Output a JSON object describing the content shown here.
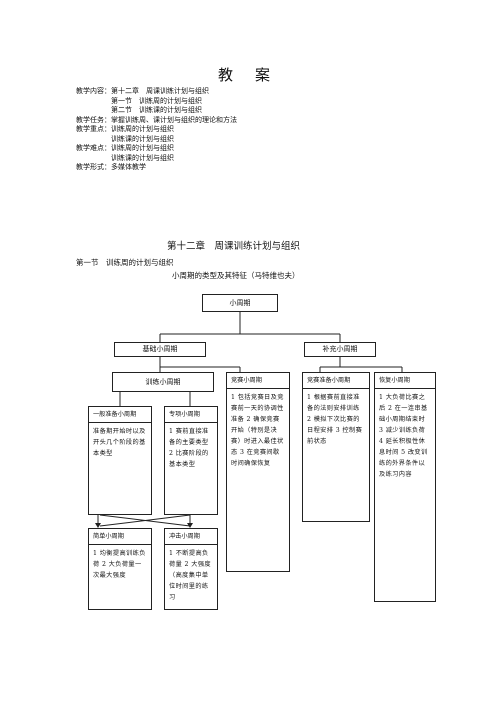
{
  "doc": {
    "title": "教案",
    "meta": [
      "教学内容：第十二章　周课训练计划与组织",
      "　　　　　第一节　训练周的计划与组织",
      "　　　　　第二节　训练课的计划与组织",
      "教学任务：掌握训练周、课计划与组织的理论和方法",
      "教学重点：训练周的计划与组织",
      "　　　　　训练课的计划与组织",
      "教学难点：训练周的计划与组织",
      "　　　　　训练课的计划与组织",
      "教学形式：多媒体教学"
    ],
    "chapter_title": "第十二章　周课训练计划与组织",
    "section_title": "第一节　训练周的计划与组织",
    "diagram_caption": "小周期的类型及其特征（马特维也夫）"
  },
  "diagram": {
    "root": "小周期",
    "basic": "基础小周期",
    "supplementary": "补充小周期",
    "training": "训练小周期",
    "competition": {
      "title": "竞赛小周期",
      "body": "1 包括竞赛日及竞赛前一天的协调性准备 2 确保竞赛开始（特别是决赛）时进入最佳状态 3 在竞赛间歇时间确保恢复"
    },
    "precompetition": {
      "title": "竞赛准备小周期",
      "body": "1 根据赛前直接准备的法则安排训练 2 模拟下次比赛的日程安排 3 控制赛前状态"
    },
    "recovery": {
      "title": "恢复小周期",
      "body": "1 大负荷比赛之后 2 在一连串基础小周期结束时 3 减少训练负荷 4 延长积极性休息时间 5 改变训练的外界条件以及练习内容"
    },
    "general_prep": {
      "title": "一般准备小周期",
      "body": "准备期开始时以及开头几个阶段的基本类型"
    },
    "special_prep": {
      "title": "专项小周期",
      "body": "1 赛前直接准备的主要类型 2 比赛阶段的基本类型"
    },
    "simple": {
      "title": "简单小周期",
      "body": "1 均衡提高训练负荷 2 大负荷量一次最大强度"
    },
    "shock": {
      "title": "冲击小周期",
      "body": "1 不断提高负荷量 2 大强度（高度集中单位时间里的练习"
    }
  }
}
